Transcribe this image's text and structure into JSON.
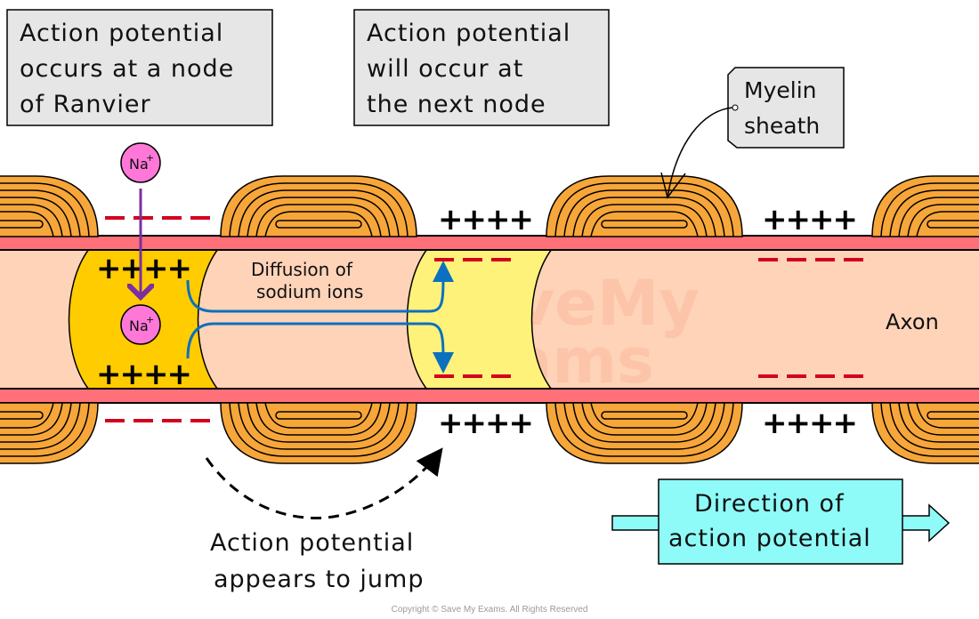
{
  "title": "Saltatory conduction along a myelinated axon",
  "labels": {
    "box_node_current": [
      "Action potential",
      "occurs at a  node",
      "of Ranvier"
    ],
    "box_node_next": [
      "Action potential",
      "will occur at",
      "the next node"
    ],
    "box_myelin": [
      "Myelin",
      "sheath"
    ],
    "diffusion": [
      "Diffusion of",
      "sodium ions"
    ],
    "axon": "Axon",
    "jump": [
      "Action potential",
      "appears to jump"
    ],
    "direction": [
      "Direction of",
      "action potential"
    ],
    "ion_outside": "Na+",
    "ion_inside": "Na+",
    "ion_symbol": "Na",
    "ion_charge": "+"
  },
  "charges": {
    "positive": "++++",
    "negative_dash": "— — —"
  },
  "watermark": [
    "SaveMy",
    "Exams"
  ],
  "copyright": "Copyright © Save My Exams. All Rights Reserved",
  "colors": {
    "myelin": "#f7a63a",
    "membrane": "#ff7078",
    "axoplasm": "#fed3b8",
    "depolarised_node": "#ffcc00",
    "next_node": "#fff27a",
    "sodium_ion": "#ff78d8",
    "sodium_path": "#7b2fa0",
    "diffusion_arrow": "#0b70c0",
    "negative_charge": "#d2001e",
    "label_box": "#e6e6e6",
    "direction_box": "#8ffbf8"
  }
}
